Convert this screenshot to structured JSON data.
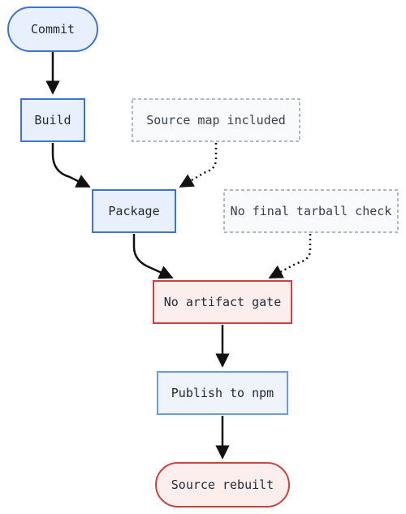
{
  "diagram": {
    "nodes": {
      "commit": "Commit",
      "build": "Build",
      "package": "Package",
      "source_map": "Source map included",
      "no_tarball_check": "No final tarball check",
      "no_artifact_gate": "No artifact gate",
      "publish": "Publish to npm",
      "source_rebuilt": "Source rebuilt"
    },
    "colors": {
      "blue_stroke": "#3b73d9",
      "blue_fill": "#e8f0fd",
      "publish_stroke": "#6f9be0",
      "publish_fill": "#eef3fc",
      "red_stroke": "#c9433d",
      "red_fill": "#fdeeee",
      "note_stroke": "#9ca3af",
      "note_fill": "#f9fafb",
      "edge": "#111111"
    }
  }
}
